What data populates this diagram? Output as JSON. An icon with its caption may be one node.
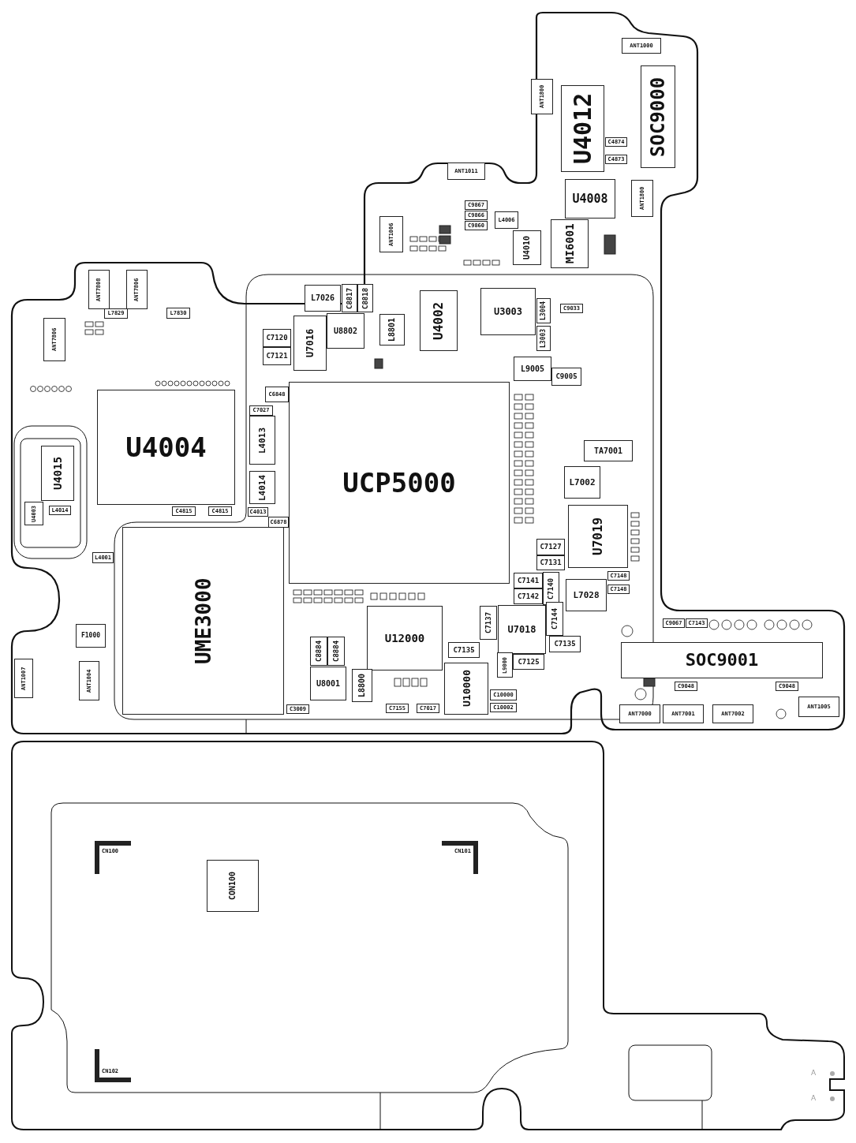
{
  "diagram": {
    "nodes": [
      {
        "text": [
          "ANT1000"
        ]
      },
      {
        "text": [
          "ANT1800"
        ]
      },
      {
        "text": [
          "U4012"
        ]
      },
      {
        "text": [
          "SOC9000"
        ]
      },
      {
        "text": [
          "C4874"
        ]
      },
      {
        "text": [
          "C4873"
        ]
      },
      {
        "text": [
          "ANT1011"
        ]
      },
      {
        "text": [
          "U4008"
        ]
      },
      {
        "text": [
          "ANT1800"
        ]
      },
      {
        "text": [
          "ANT1006"
        ]
      },
      {
        "text": [
          "C9867"
        ]
      },
      {
        "text": [
          "C9866"
        ]
      },
      {
        "text": [
          "C9860"
        ]
      },
      {
        "text": [
          "L4006"
        ]
      },
      {
        "text": [
          "U4010"
        ]
      },
      {
        "text": [
          "MI6001"
        ]
      },
      {
        "text": [
          "ANT7808"
        ]
      },
      {
        "text": [
          "ANT7806"
        ]
      },
      {
        "text": [
          "L7829"
        ]
      },
      {
        "text": [
          "L7830"
        ]
      },
      {
        "text": [
          "ANT7806"
        ]
      },
      {
        "text": [
          "L7026"
        ]
      },
      {
        "text": [
          "C8817"
        ]
      },
      {
        "text": [
          "C8818"
        ]
      },
      {
        "text": [
          "U4002"
        ]
      },
      {
        "text": [
          "U3003"
        ]
      },
      {
        "text": [
          "L3004"
        ]
      },
      {
        "text": [
          "L3003"
        ]
      },
      {
        "text": [
          "C9033"
        ]
      },
      {
        "text": [
          "C7120"
        ]
      },
      {
        "text": [
          "U7016"
        ]
      },
      {
        "text": [
          "U8802"
        ]
      },
      {
        "text": [
          "L8801"
        ]
      },
      {
        "text": [
          "C7121"
        ]
      },
      {
        "text": [
          "L9005"
        ]
      },
      {
        "text": [
          "C9005"
        ]
      },
      {
        "text": [
          "C6848"
        ]
      },
      {
        "text": [
          "U4004"
        ]
      },
      {
        "text": [
          "C7027"
        ]
      },
      {
        "text": [
          "L4013"
        ]
      },
      {
        "text": [
          "U4015"
        ]
      },
      {
        "text": [
          "UCP5000"
        ]
      },
      {
        "text": [
          "TA7001"
        ]
      },
      {
        "text": [
          "L7002"
        ]
      },
      {
        "text": [
          "L4014"
        ]
      },
      {
        "text": [
          "U4003"
        ]
      },
      {
        "text": [
          "L4014"
        ]
      },
      {
        "text": [
          "C4815"
        ]
      },
      {
        "text": [
          "C4815"
        ]
      },
      {
        "text": [
          "C4013"
        ]
      },
      {
        "text": [
          "C6878"
        ]
      },
      {
        "text": [
          "U7019"
        ]
      },
      {
        "text": [
          "C7127"
        ]
      },
      {
        "text": [
          "C7131"
        ]
      },
      {
        "text": [
          "UME3000"
        ]
      },
      {
        "text": [
          "L4001"
        ]
      },
      {
        "text": [
          "C7141"
        ]
      },
      {
        "text": [
          "C7140"
        ]
      },
      {
        "text": [
          "L7028"
        ]
      },
      {
        "text": [
          "C7148"
        ]
      },
      {
        "text": [
          "C7148"
        ]
      },
      {
        "text": [
          "C7142"
        ]
      },
      {
        "text": [
          "U12000"
        ]
      },
      {
        "text": [
          "U7018"
        ]
      },
      {
        "text": [
          "C7137"
        ]
      },
      {
        "text": [
          "C7144"
        ]
      },
      {
        "text": [
          "F1000"
        ]
      },
      {
        "text": [
          "C9067"
        ]
      },
      {
        "text": [
          "C7143"
        ]
      },
      {
        "text": [
          "C7135"
        ]
      },
      {
        "text": [
          "C8884"
        ]
      },
      {
        "text": [
          "C8884"
        ]
      },
      {
        "text": [
          "C7135"
        ]
      },
      {
        "text": [
          "SOC9001"
        ]
      },
      {
        "text": [
          "C7125"
        ]
      },
      {
        "text": [
          "L9000"
        ]
      },
      {
        "text": [
          "ANT1007"
        ]
      },
      {
        "text": [
          "ANT1004"
        ]
      },
      {
        "text": [
          "U8001"
        ]
      },
      {
        "text": [
          "L8800"
        ]
      },
      {
        "text": [
          "U10000"
        ]
      },
      {
        "text": [
          "C9048"
        ]
      },
      {
        "text": [
          "C9048"
        ]
      },
      {
        "text": [
          "C10000"
        ]
      },
      {
        "text": [
          "ANT1005"
        ]
      },
      {
        "text": [
          "C3009"
        ]
      },
      {
        "text": [
          "C7155"
        ]
      },
      {
        "text": [
          "C7017"
        ]
      },
      {
        "text": [
          "C10002"
        ]
      },
      {
        "text": [
          "ANT7000"
        ]
      },
      {
        "text": [
          "ANT7001"
        ]
      },
      {
        "text": [
          "ANT7002"
        ]
      },
      {
        "text": [
          "CN100"
        ]
      },
      {
        "text": [
          "CN101"
        ]
      },
      {
        "text": [
          "CN102"
        ]
      },
      {
        "text": [
          "CON100"
        ]
      }
    ],
    "labels": [
      "A",
      "A"
    ]
  }
}
